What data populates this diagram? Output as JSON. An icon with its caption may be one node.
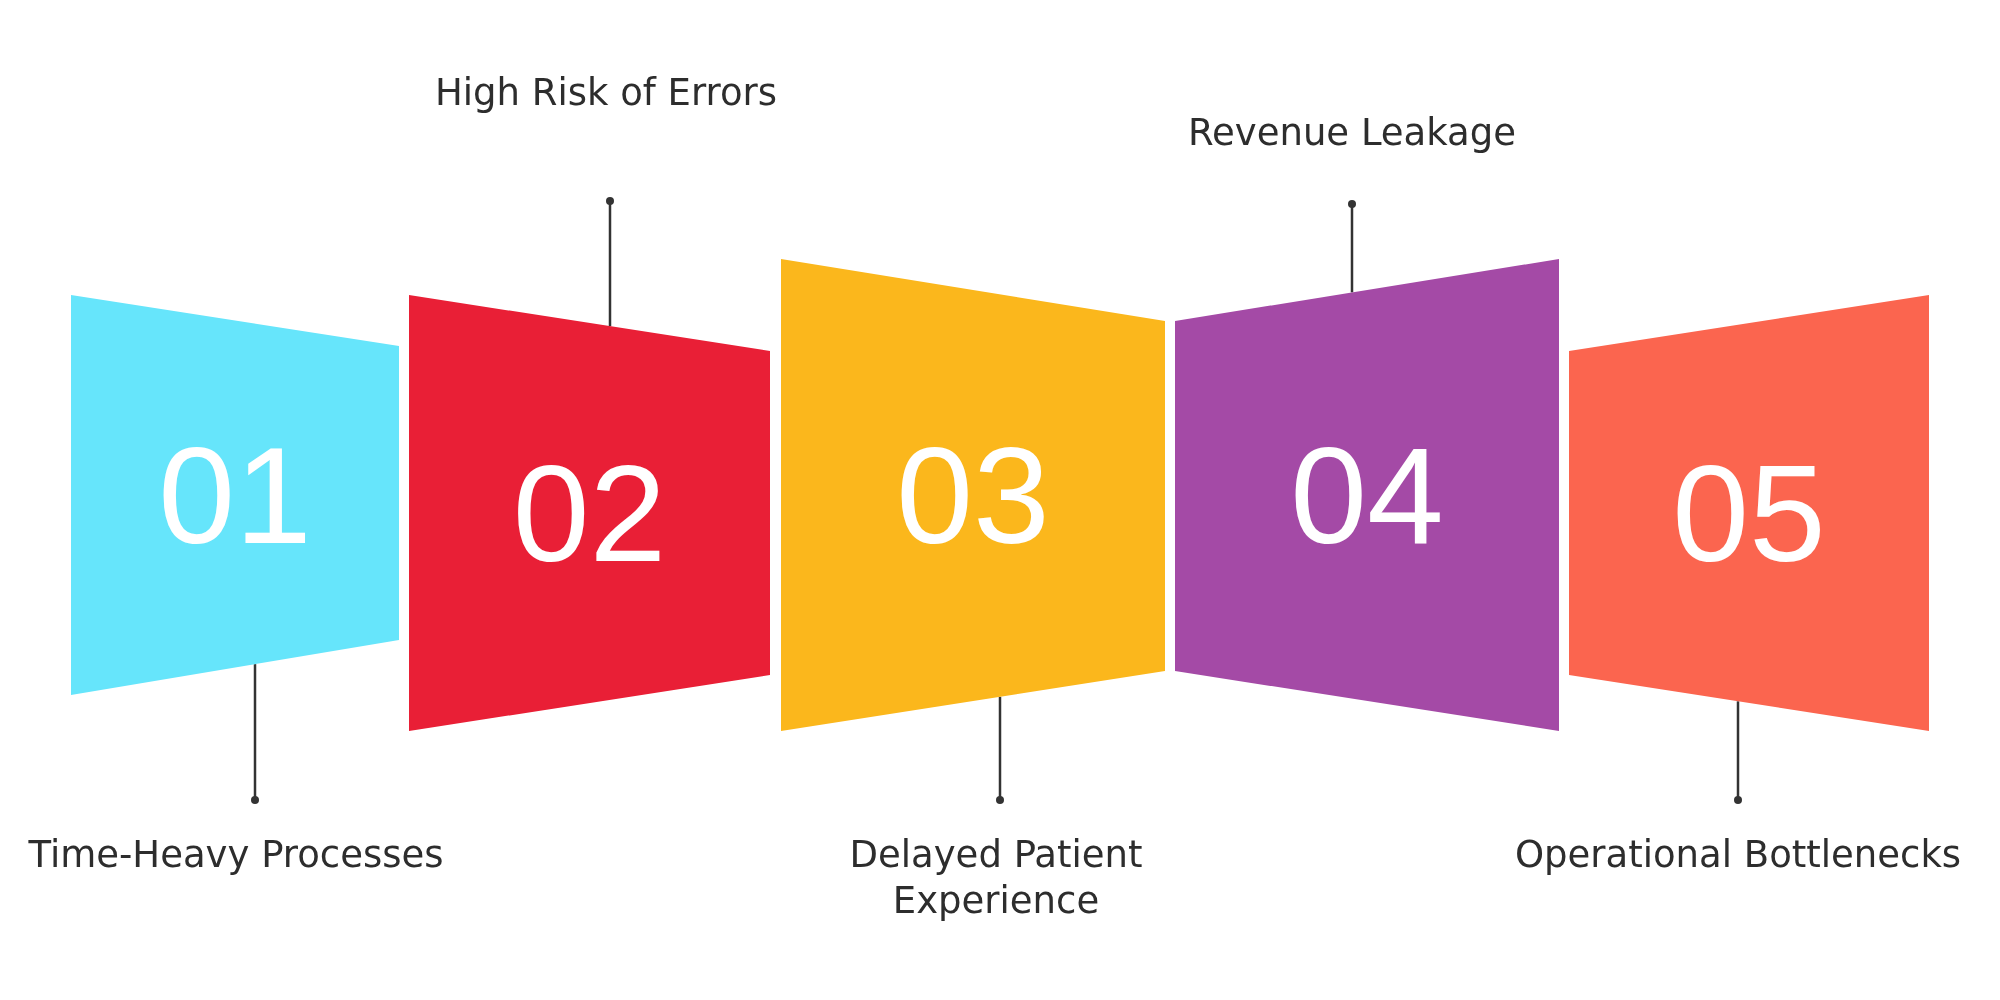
{
  "diagram": {
    "nodes": [
      {
        "text": [
          "01"
        ]
      },
      {
        "text": [
          "02"
        ]
      },
      {
        "text": [
          "03"
        ]
      },
      {
        "text": [
          "04"
        ]
      },
      {
        "text": [
          "05"
        ]
      },
      {
        "text": [
          "Time-Heavy Processes"
        ]
      },
      {
        "text": [
          "High Risk of Errors"
        ]
      },
      {
        "text": [
          "Delayed Patient Experience"
        ]
      },
      {
        "text": [
          "Revenue Leakage"
        ]
      },
      {
        "text": [
          "Operational Bottlenecks"
        ]
      }
    ],
    "edges": [
      {
        "from": 5,
        "to": 0,
        "arrow": "other"
      },
      {
        "from": 6,
        "to": 1,
        "arrow": "other"
      },
      {
        "from": 7,
        "to": 2,
        "arrow": "other"
      },
      {
        "from": 8,
        "to": 3,
        "arrow": "other"
      },
      {
        "from": 9,
        "to": 4,
        "arrow": "other"
      }
    ]
  }
}
